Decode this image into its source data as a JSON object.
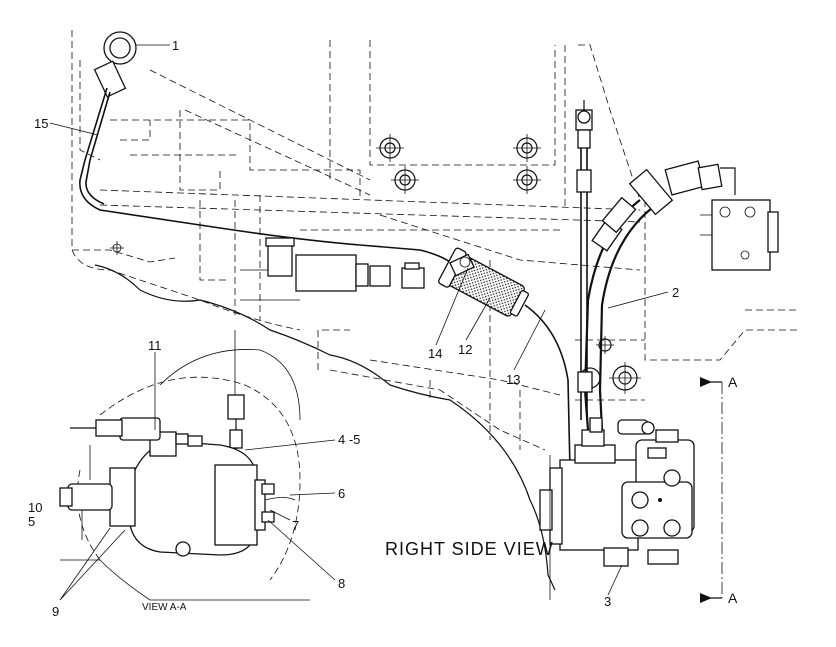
{
  "diagram": {
    "view_titles": {
      "right_side_view": "RIGHT SIDE VIEW",
      "view_aa": "VIEW A-A"
    },
    "section_markers": {
      "top": "A",
      "bottom": "A"
    },
    "callouts": {
      "c1": "1",
      "c2": "2",
      "c3": "3",
      "c45": "4 -5",
      "c5": "5",
      "c6": "6",
      "c7": "7",
      "c8": "8",
      "c9": "9",
      "c10": "10",
      "c11": "11",
      "c12": "12",
      "c13": "13",
      "c14": "14",
      "c15": "15"
    }
  }
}
